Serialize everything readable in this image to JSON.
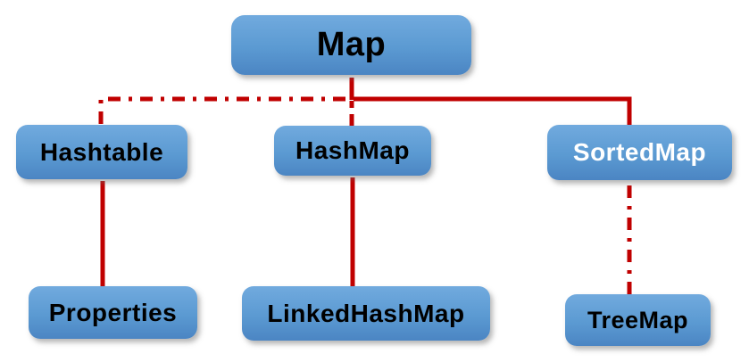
{
  "colors": {
    "background": "#ffffff",
    "connector": "#c00000",
    "box_fill_top": "#71aade",
    "box_fill_mid": "#5b9ad2",
    "box_fill_bottom": "#4b85c3",
    "box_text": "#000000",
    "box_text_light": "#ffffff"
  },
  "nodes": [
    {
      "id": "map",
      "label": "Map",
      "row": "top",
      "text_color": "black"
    },
    {
      "id": "hashtable",
      "label": "Hashtable",
      "row": "middle",
      "text_color": "black"
    },
    {
      "id": "hashmap",
      "label": "HashMap",
      "row": "middle",
      "text_color": "black"
    },
    {
      "id": "sortedmap",
      "label": "SortedMap",
      "row": "middle",
      "text_color": "white"
    },
    {
      "id": "properties",
      "label": "Properties",
      "row": "bottom",
      "text_color": "black"
    },
    {
      "id": "linkedhashmap",
      "label": "LinkedHashMap",
      "row": "bottom",
      "text_color": "black"
    },
    {
      "id": "treemap",
      "label": "TreeMap",
      "row": "bottom",
      "text_color": "black"
    }
  ],
  "edges": [
    {
      "from": "Hashtable",
      "to": "Map",
      "style": "dash-dot",
      "arrowhead": "shared-at-map"
    },
    {
      "from": "HashMap",
      "to": "Map",
      "style": "dashed",
      "arrowhead": "shared-at-map"
    },
    {
      "from": "SortedMap",
      "to": "Map",
      "style": "solid",
      "arrowhead": "shared-at-map"
    },
    {
      "from": "Properties",
      "to": "Hashtable",
      "style": "solid",
      "arrowhead": "at-target"
    },
    {
      "from": "LinkedHashMap",
      "to": "HashMap",
      "style": "solid",
      "arrowhead": "at-target"
    },
    {
      "from": "TreeMap",
      "to": "SortedMap",
      "style": "dash-dot",
      "arrowhead": "at-target"
    }
  ]
}
